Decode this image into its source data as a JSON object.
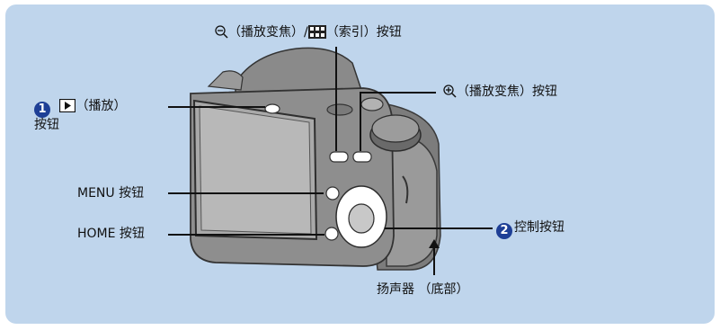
{
  "labels": {
    "zoom_out": "（播放变焦）/",
    "index": "（索引）按钮",
    "zoom_in": "（播放变焦）按钮",
    "playback_num": "1",
    "playback": "（播放）",
    "playback_btn": "按钮",
    "menu": "MENU 按钮",
    "home": "HOME 按钮",
    "control_num": "2",
    "control": "控制按钮",
    "speaker": "扬声器 （底部）"
  },
  "colors": {
    "panel": "#bfd5ec",
    "badge": "#1e3f96",
    "camera_body": "#8e8e8e",
    "highlight": "#ffffff"
  },
  "icons": [
    "zoom-out-icon",
    "index-grid-icon",
    "zoom-in-icon",
    "play-icon"
  ]
}
